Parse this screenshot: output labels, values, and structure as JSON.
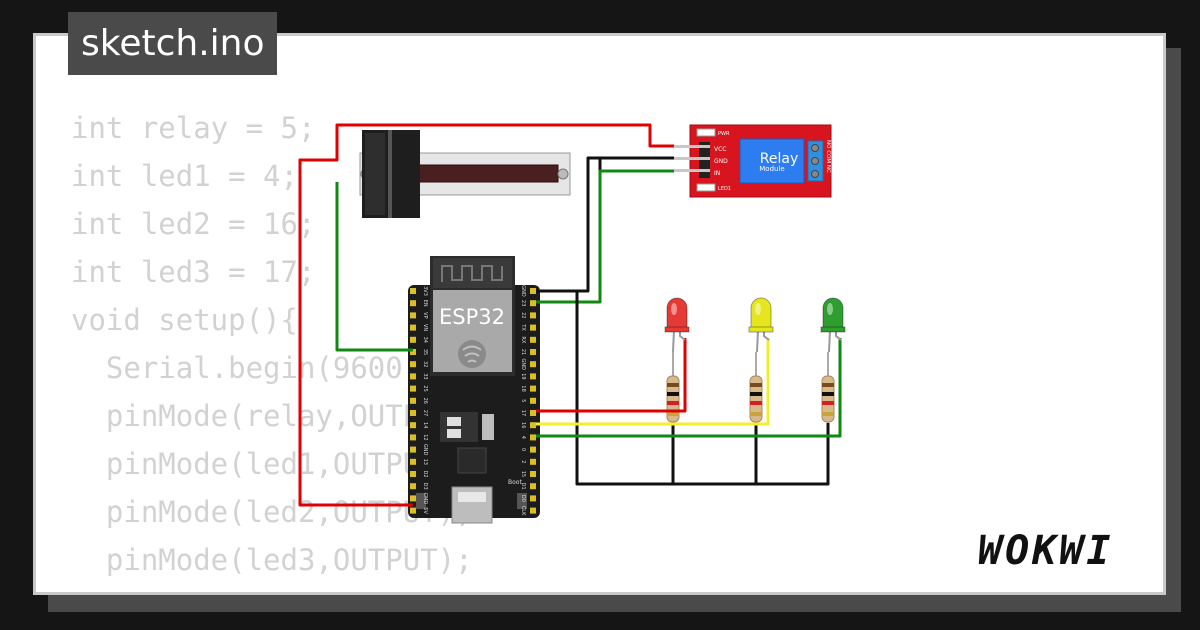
{
  "title": "sketch.ino",
  "brand": "WOKWI",
  "code_lines": [
    "int relay = 5;",
    "int led1 = 4;",
    "int led2 = 16;",
    "int led3 = 17;",
    "void setup(){",
    "  Serial.begin(9600);",
    "  pinMode(relay,OUTPUT);",
    "  pinMode(led1,OUTPUT);",
    "  pinMode(led2,OUTPUT);",
    "  pinMode(led3,OUTPUT);",
    "}"
  ],
  "esp32": {
    "label": "ESP32",
    "boot_label": "Boot",
    "left_pins": [
      "3V3",
      "EN",
      "VP",
      "VN",
      "34",
      "35",
      "32",
      "33",
      "25",
      "26",
      "27",
      "14",
      "12",
      "GND",
      "13",
      "D2",
      "D3",
      "CMD",
      "5V"
    ],
    "right_pins": [
      "GND",
      "23",
      "22",
      "TX",
      "RX",
      "21",
      "GND",
      "19",
      "18",
      "5",
      "17",
      "16",
      "4",
      "0",
      "2",
      "15",
      "D1",
      "D0",
      "CLK"
    ]
  },
  "relay": {
    "title": "Relay",
    "subtitle": "Module",
    "pins": [
      "VCC",
      "GND",
      "IN"
    ],
    "pwr_label": "PWR",
    "led_label": "LED1",
    "contacts": "NO COM NC"
  },
  "leds": [
    {
      "name": "led1",
      "color": "#e53935"
    },
    {
      "name": "led2",
      "color": "#e6e61e"
    },
    {
      "name": "led3",
      "color": "#2e9e2e"
    }
  ],
  "wire_colors": {
    "red": "#e00000",
    "black": "#111111",
    "green": "#118811",
    "yellow": "#f4ef2a"
  }
}
